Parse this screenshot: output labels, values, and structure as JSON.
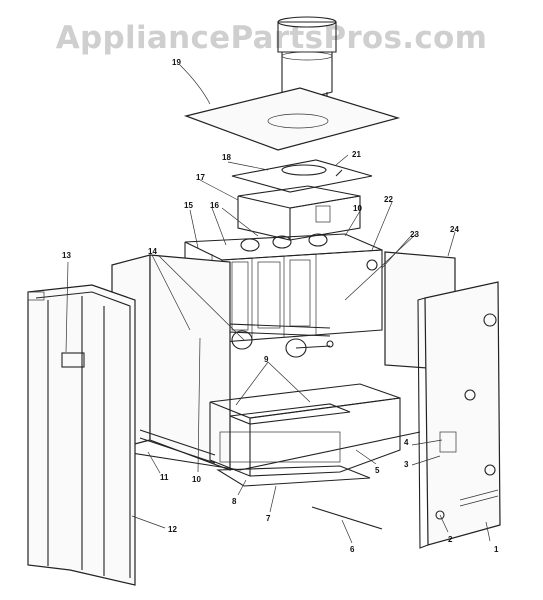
{
  "watermark": "AppliancePartsPros.com",
  "callouts": {
    "c1": "1",
    "c2": "2",
    "c3": "3",
    "c4": "4",
    "c5": "5",
    "c6": "6",
    "c7": "7",
    "c8": "8",
    "c9": "9",
    "c10a": "10",
    "c10b": "10",
    "c11": "11",
    "c12": "12",
    "c13": "13",
    "c14": "14",
    "c15": "15",
    "c16": "16",
    "c17": "17",
    "c18": "18",
    "c19": "19",
    "c21": "21",
    "c22": "22",
    "c23": "23",
    "c24": "24"
  }
}
